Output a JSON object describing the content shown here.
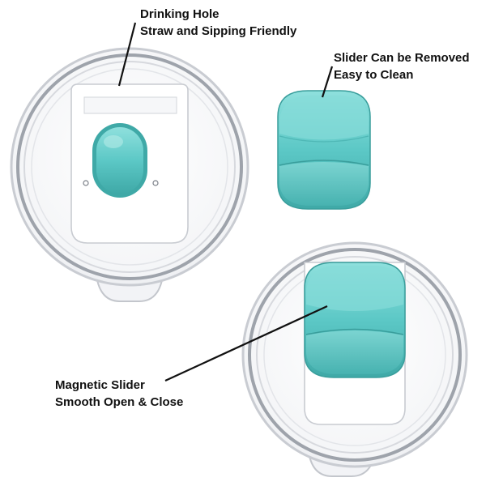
{
  "callouts": {
    "drinking_hole": {
      "line1": "Drinking Hole",
      "line2": "Straw and Sipping Friendly"
    },
    "slider_removable": {
      "line1": "Slider Can be Removed",
      "line2": "Easy to Clean"
    },
    "magnetic_slider": {
      "line1": "Magnetic Slider",
      "line2": "Smooth Open & Close"
    }
  },
  "colors": {
    "slider_teal": "#5cc8c6",
    "lid_rim": "#c9ccd2",
    "leader_line": "#111111",
    "background": "#ffffff"
  }
}
